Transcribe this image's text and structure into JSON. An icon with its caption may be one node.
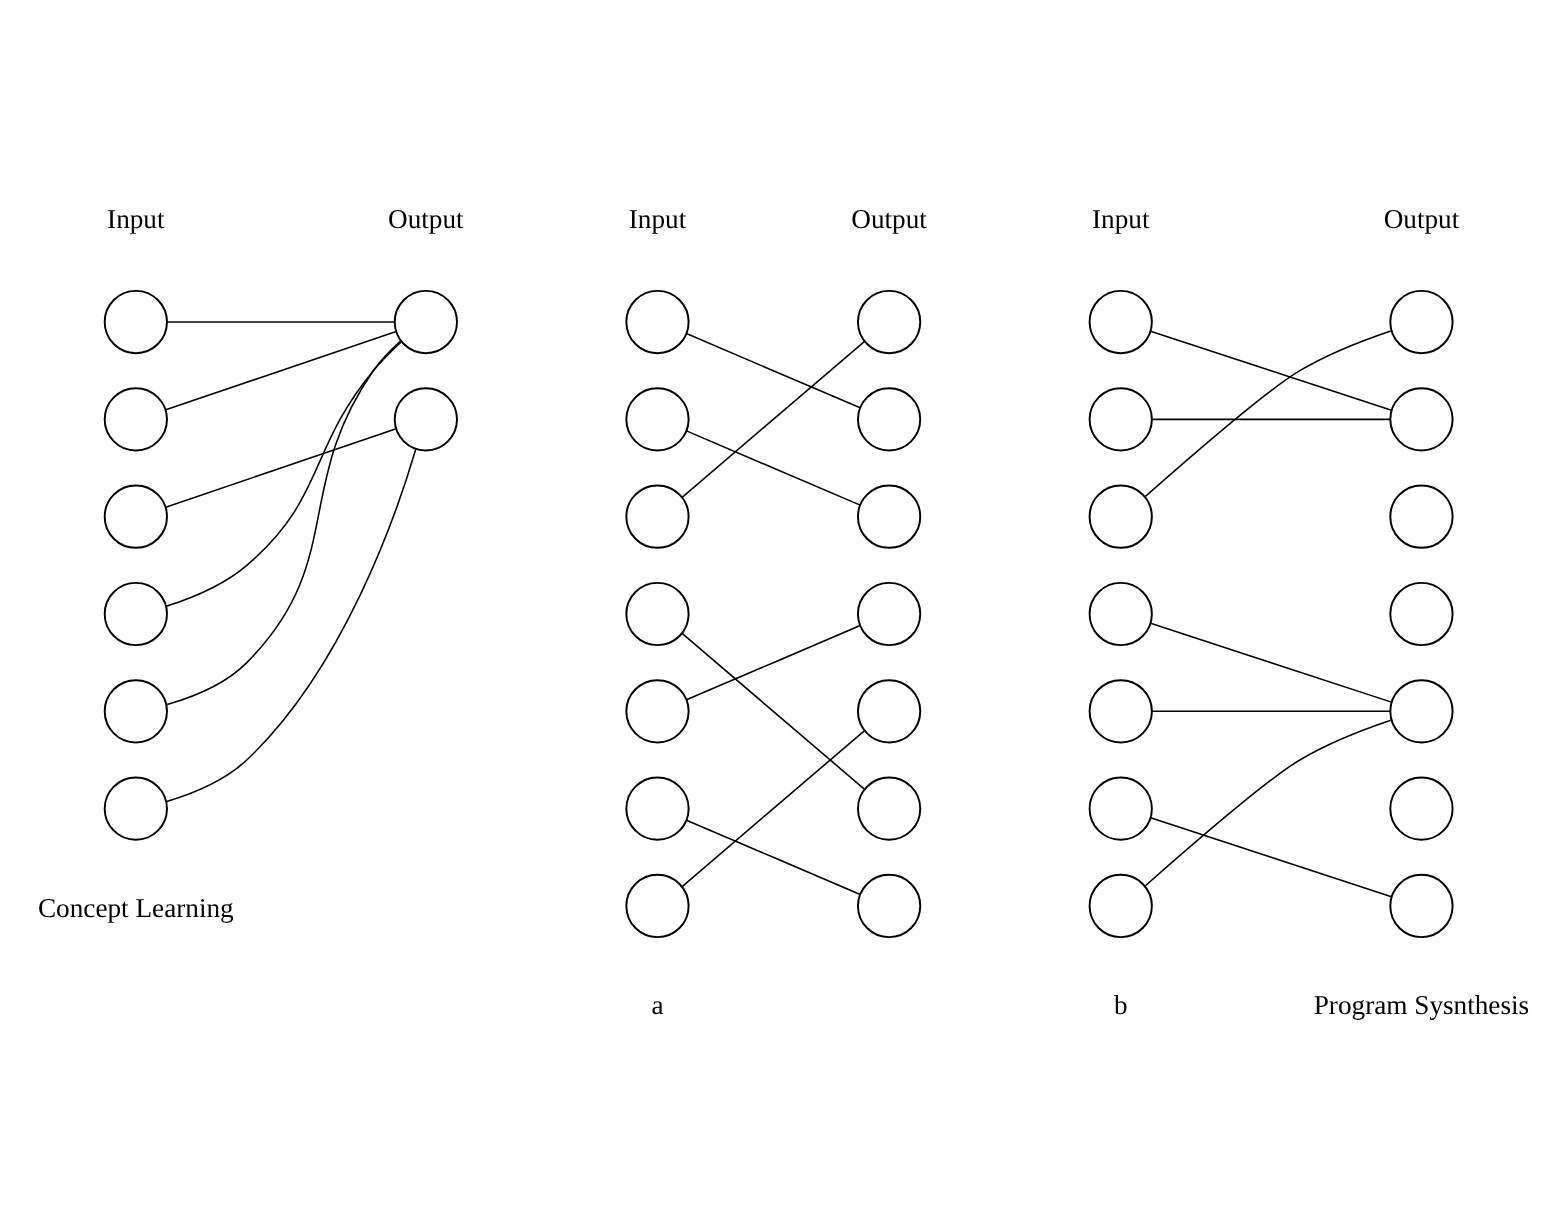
{
  "diagram": {
    "nodes": [
      {
        "text": [],
        "shape": "circle"
      },
      {
        "text": [],
        "shape": "circle"
      },
      {
        "text": [],
        "shape": "circle"
      },
      {
        "text": [],
        "shape": "circle"
      },
      {
        "text": [],
        "shape": "circle"
      },
      {
        "text": [],
        "shape": "circle"
      },
      {
        "text": [],
        "shape": "circle"
      },
      {
        "text": [],
        "shape": "circle"
      },
      {
        "text": [],
        "shape": "circle"
      },
      {
        "text": [],
        "shape": "circle"
      },
      {
        "text": [],
        "shape": "circle"
      },
      {
        "text": [],
        "shape": "circle"
      },
      {
        "text": [],
        "shape": "circle"
      },
      {
        "text": [],
        "shape": "circle"
      },
      {
        "text": [],
        "shape": "circle"
      },
      {
        "text": [],
        "shape": "circle"
      },
      {
        "text": [],
        "shape": "circle"
      },
      {
        "text": [],
        "shape": "circle"
      },
      {
        "text": [],
        "shape": "circle"
      },
      {
        "text": [],
        "shape": "circle"
      },
      {
        "text": [],
        "shape": "circle"
      },
      {
        "text": [],
        "shape": "circle"
      },
      {
        "text": [],
        "shape": "circle"
      },
      {
        "text": [],
        "shape": "circle"
      },
      {
        "text": [],
        "shape": "circle"
      },
      {
        "text": [],
        "shape": "circle"
      },
      {
        "text": [],
        "shape": "circle"
      },
      {
        "text": [],
        "shape": "circle"
      },
      {
        "text": [],
        "shape": "circle"
      },
      {
        "text": [],
        "shape": "circle"
      },
      {
        "text": [],
        "shape": "circle"
      },
      {
        "text": [],
        "shape": "circle"
      },
      {
        "text": [],
        "shape": "circle"
      },
      {
        "text": [],
        "shape": "circle"
      },
      {
        "text": [],
        "shape": "circle"
      },
      {
        "text": [],
        "shape": "circle"
      }
    ],
    "edges": [
      {
        "from": 0,
        "to": 6,
        "arrow": "none"
      },
      {
        "from": 1,
        "to": 6,
        "arrow": "none"
      },
      {
        "from": 2,
        "to": 7,
        "arrow": "none"
      },
      {
        "from": 3,
        "to": 6,
        "arrow": "none"
      },
      {
        "from": 4,
        "to": 6,
        "arrow": "none"
      },
      {
        "from": 5,
        "to": 7,
        "arrow": "none"
      },
      {
        "from": 8,
        "to": 16,
        "arrow": "none"
      },
      {
        "from": 9,
        "to": 17,
        "arrow": "none"
      },
      {
        "from": 10,
        "to": 15,
        "arrow": "none"
      },
      {
        "from": 11,
        "to": 20,
        "arrow": "none"
      },
      {
        "from": 12,
        "to": 18,
        "arrow": "none"
      },
      {
        "from": 13,
        "to": 21,
        "arrow": "none"
      },
      {
        "from": 14,
        "to": 19,
        "arrow": "none"
      },
      {
        "from": 22,
        "to": 30,
        "arrow": "none"
      },
      {
        "from": 23,
        "to": 30,
        "arrow": "none"
      },
      {
        "from": 24,
        "to": 29,
        "arrow": "none"
      },
      {
        "from": 25,
        "to": 33,
        "arrow": "none"
      },
      {
        "from": 26,
        "to": 33,
        "arrow": "none"
      },
      {
        "from": 27,
        "to": 35,
        "arrow": "none"
      },
      {
        "from": 28,
        "to": 33,
        "arrow": "none"
      }
    ],
    "labels": [
      "Input",
      "Output",
      "Input",
      "Output",
      "Input",
      "Output",
      "a",
      "b",
      "Concept Learning",
      "Program Sysnthesis"
    ]
  }
}
